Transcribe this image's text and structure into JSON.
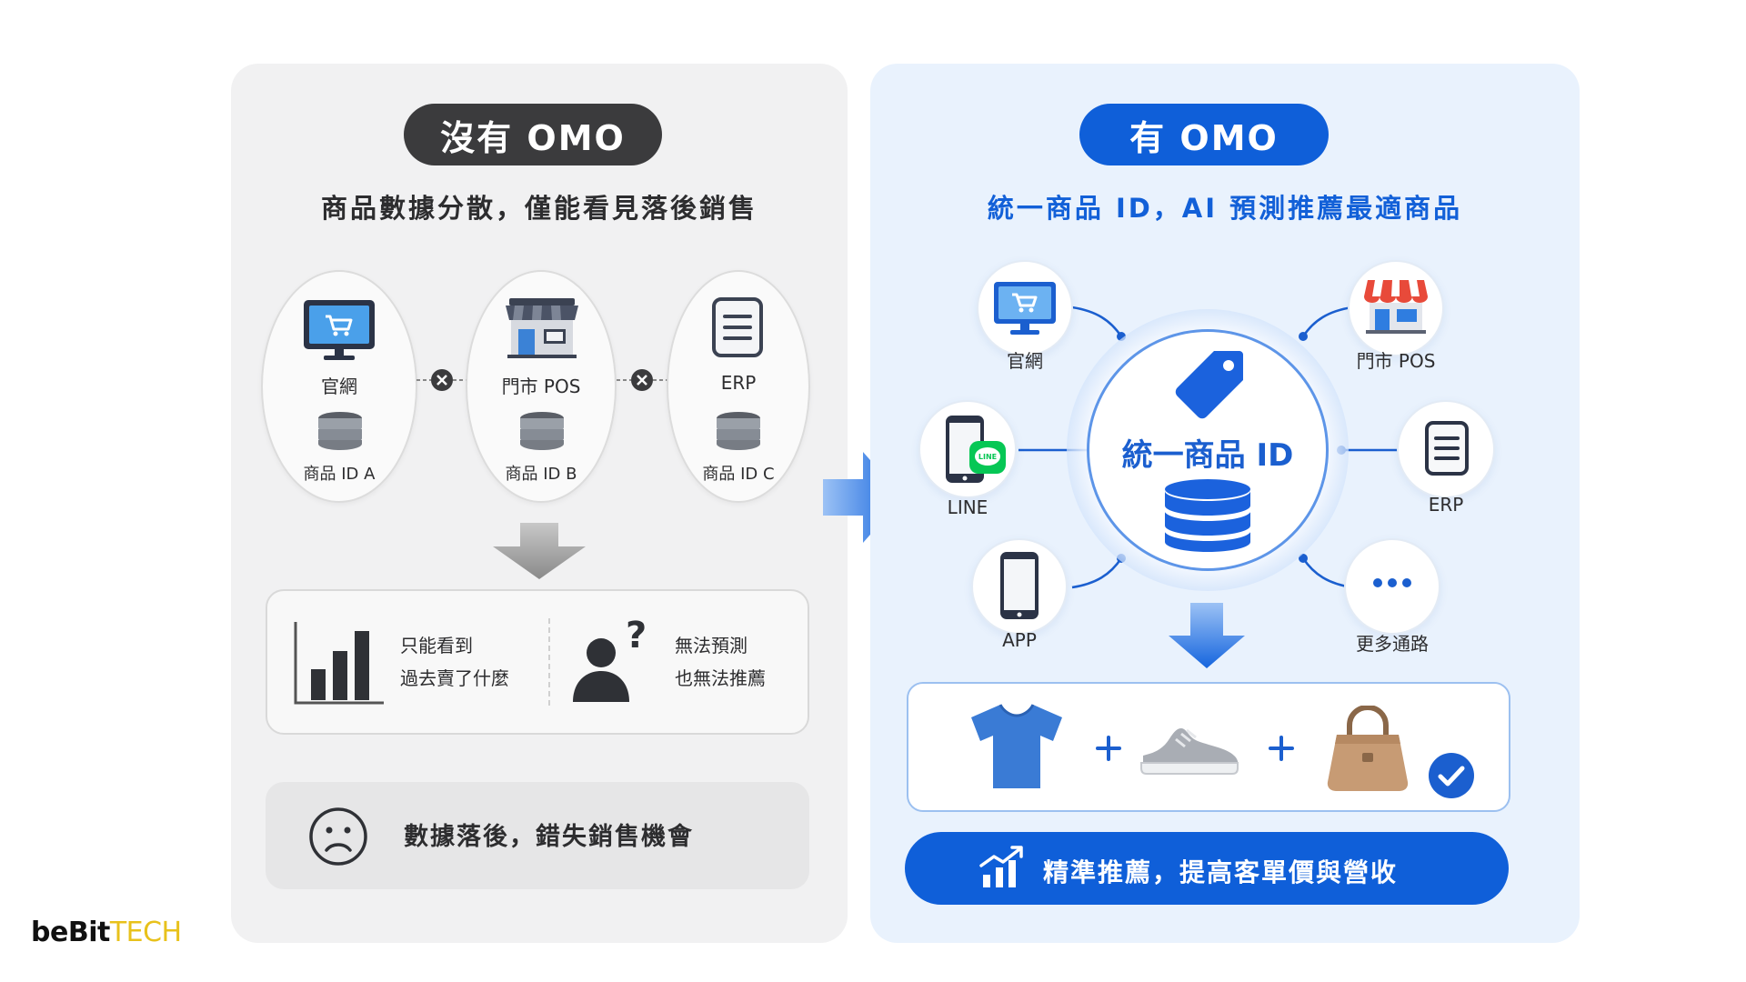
{
  "left": {
    "badge": "沒有 OMO",
    "subtitle": "商品數據分散，僅能看見落後銷售",
    "channels": [
      {
        "name": "官網",
        "id_label": "商品 ID A"
      },
      {
        "name": "門市 POS",
        "id_label": "商品 ID B"
      },
      {
        "name": "ERP",
        "id_label": "商品 ID C"
      }
    ],
    "insights": [
      {
        "line1": "只能看到",
        "line2": "過去賣了什麼"
      },
      {
        "line1": "無法預測",
        "line2": "也無法推薦"
      }
    ],
    "bottom": "數據落後，錯失銷售機會"
  },
  "right": {
    "badge": "有 OMO",
    "subtitle": "統一商品 ID，AI 預測推薦最適商品",
    "center_label": "統一商品 ID",
    "nodes": {
      "web": "官網",
      "pos": "門市 POS",
      "line": "LINE",
      "erp": "ERP",
      "app": "APP",
      "more": "更多通路"
    },
    "line_badge": "LINE",
    "bottom": "精準推薦，提高客單價與營收"
  },
  "logo": {
    "part1": "beBit",
    "part2": "TECH"
  },
  "colors": {
    "accent": "#0f5fd9",
    "dark": "#3b3b3d",
    "logo_yellow": "#e8c11b"
  }
}
